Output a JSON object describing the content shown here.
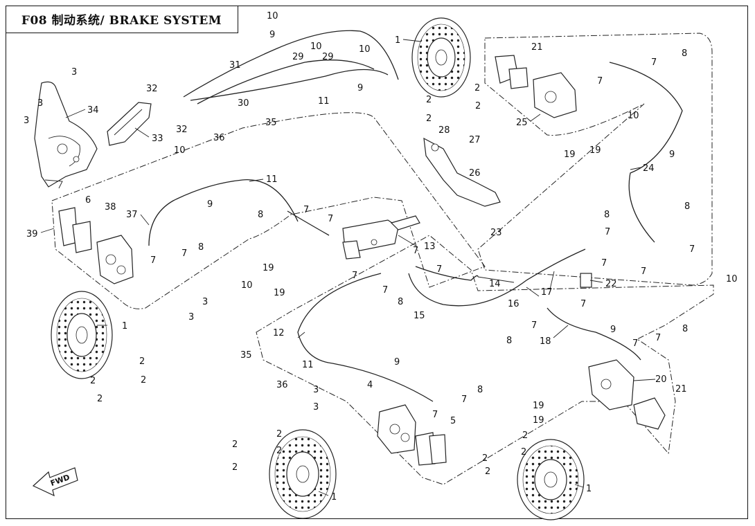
{
  "title": "F08 制动系统/ BRAKE SYSTEM",
  "fwd_label": "FWD",
  "callouts": [
    "1",
    "2",
    "3",
    "4",
    "5",
    "6",
    "7",
    "8",
    "9",
    "10",
    "11",
    "12",
    "13",
    "14",
    "15",
    "16",
    "17",
    "18",
    "19",
    "20",
    "21",
    "22",
    "23",
    "24",
    "25",
    "26",
    "27",
    "28",
    "29",
    "30",
    "31",
    "32",
    "33",
    "34",
    "35",
    "36",
    "37",
    "38",
    "39"
  ]
}
